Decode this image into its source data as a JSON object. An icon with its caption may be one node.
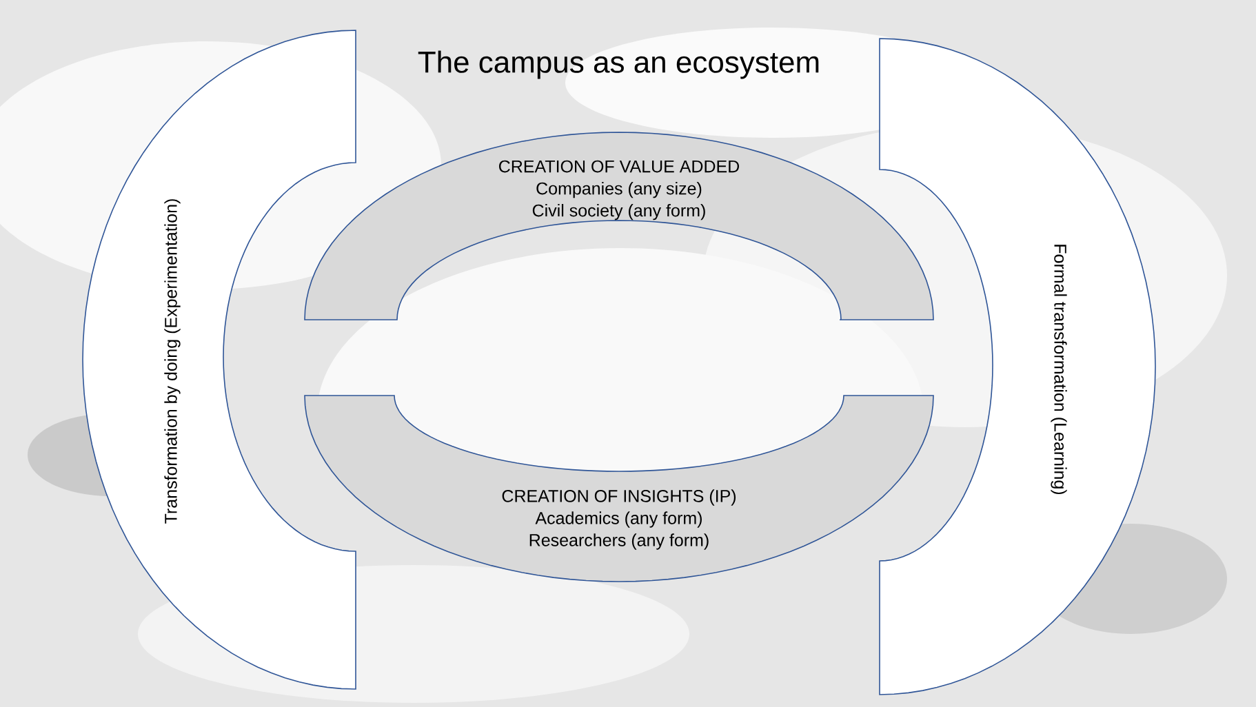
{
  "diagram": {
    "title": "The campus as an ecosystem",
    "nodes": [
      {
        "text": [
          "Transformation by doing (Experimentation)"
        ]
      },
      {
        "text": [
          "CREATION OF VALUE ADDED",
          "Companies (any size)",
          "Civil society (any form)"
        ]
      },
      {
        "text": [
          "CREATION OF INSIGHTS (IP)",
          "Academics (any form)",
          "Researchers (any form)"
        ]
      },
      {
        "text": [
          "Formal transformation (Learning)"
        ]
      }
    ]
  }
}
